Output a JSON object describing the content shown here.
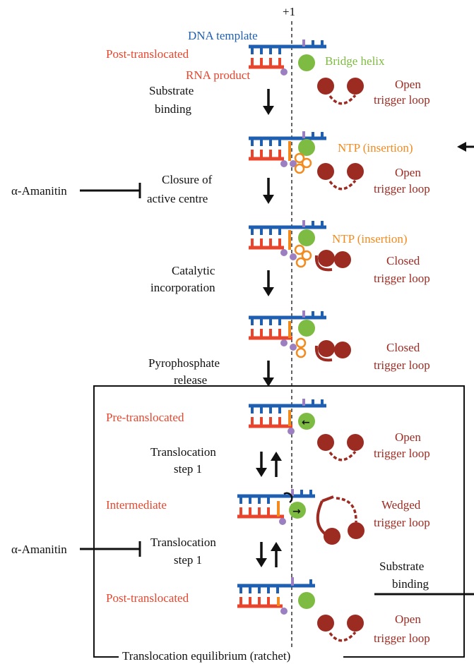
{
  "top_marker": "+1",
  "labels": {
    "dna_template": "DNA template",
    "post_translocated": "Post-translocated",
    "rna_product": "RNA product",
    "bridge_helix": "Bridge helix",
    "ntp_insertion": "NTP (insertion)",
    "pre_translocated": "Pre-translocated",
    "intermediate": "Intermediate"
  },
  "steps": {
    "s1": [
      "Substrate",
      "binding"
    ],
    "s2": [
      "Closure of",
      "active centre"
    ],
    "s3": [
      "Catalytic",
      "incorporation"
    ],
    "s4": [
      "Pyrophosphate",
      "release"
    ],
    "s5": [
      "Translocation",
      "step 1"
    ],
    "s6": [
      "Translocation",
      "step 1"
    ],
    "s7": [
      "Substrate",
      "binding"
    ]
  },
  "loops": {
    "l1": [
      "Open",
      "trigger loop"
    ],
    "l2": [
      "Open",
      "trigger loop"
    ],
    "l3": [
      "Closed",
      "trigger loop"
    ],
    "l4": [
      "Closed",
      "trigger loop"
    ],
    "l5": [
      "Open",
      "trigger loop"
    ],
    "l6": [
      "Wedged",
      "trigger loop"
    ],
    "l7": [
      "Open",
      "trigger loop"
    ]
  },
  "inhibitors": {
    "amanitin_1": "α-Amanitin",
    "amanitin_2": "α-Amanitin"
  },
  "box_caption": "Translocation equilibrium (ratchet)",
  "colors": {
    "dna": "#1f5fb2",
    "rna": "#e8452c",
    "ntp": "#f28a1e",
    "bridge_helix": "#7dbb42",
    "trigger_loop": "#9c2b22",
    "phosphate": "#9b7fc0",
    "label_red": "#e8452c",
    "label_brown": "#9c2b22"
  }
}
